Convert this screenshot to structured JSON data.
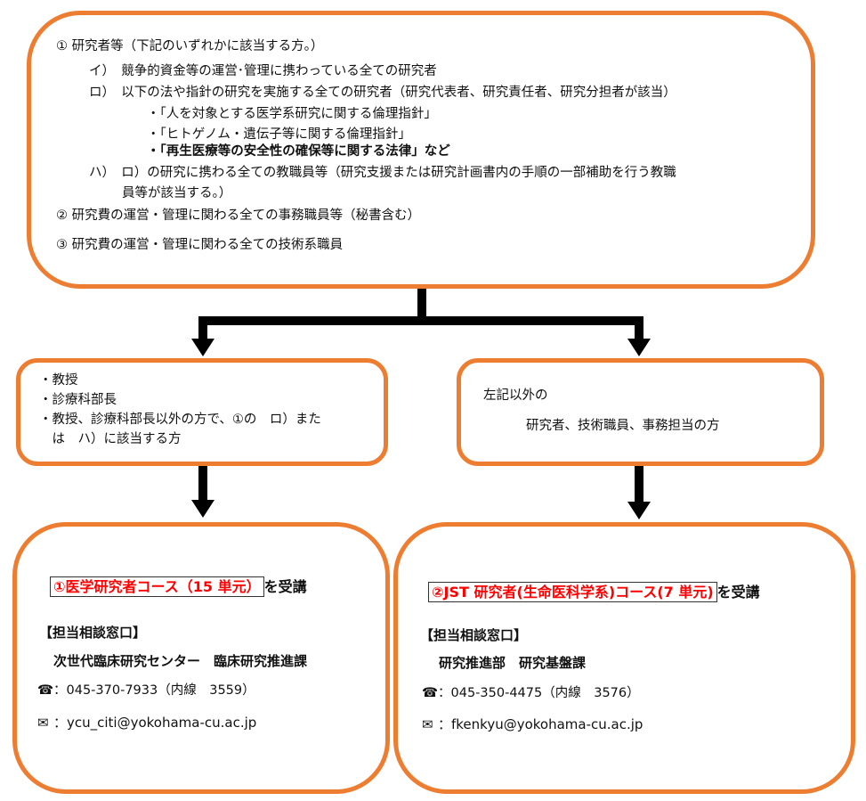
{
  "top": {
    "item1": "① 研究者等（下記のいずれかに該当する方。）",
    "i": "イ）　競争的資金等の運営･管理に携わっている全ての研究者",
    "ro": "ロ）　以下の法や指針の研究を実施する全ての研究者（研究代表者、研究責任者、研究分担者が該当）",
    "ro_bullets": [
      "・「人を対象とする医学系研究に関する倫理指針」",
      "・「ヒトゲノム・遺伝子等に関する倫理指針」",
      "・「再生医療等の安全性の確保等に関する法律」など"
    ],
    "ha_line1": "ハ）　ロ）の研究に携わる全ての教職員等（研究支援または研究計画書内の手順の一部補助を行う教職",
    "ha_line2": "員等が該当する。）",
    "item2": "② 研究費の運営・管理に関わる全ての事務職員等（秘書含む）",
    "item3": "③ 研究費の運営・管理に関わる全ての技術系職員"
  },
  "left_mid": {
    "lines": [
      "・教授",
      "・診療科部長",
      "・教授、診療科部長以外の方で、①の　ロ）また",
      "　は　ハ）に該当する方"
    ]
  },
  "right_mid": {
    "line1": "左記以外の",
    "line2": "研究者、技術職員、事務担当の方"
  },
  "left_bottom": {
    "course": "①医学研究者コース（15 単元）",
    "suffix": "を受講",
    "contact_heading": "【担当相談窓口】",
    "department": "次世代臨床研究センター　臨床研究推進課",
    "phone_icon": "☎",
    "phone": "：045-370-7933（内線　3559）",
    "mail_icon": "✉",
    "email": "：ycu_citi@yokohama-cu.ac.jp"
  },
  "right_bottom": {
    "course": "②JST 研究者(生命医科学系)コース(7 単元)",
    "suffix": "を受講",
    "contact_heading": "【担当相談窓口】",
    "department": "研究推進部　研究基盤課",
    "phone_icon": "☎",
    "phone": "：045-350-4475（内線　3576）",
    "mail_icon": "✉",
    "email": "：fkenkyu@yokohama-cu.ac.jp"
  }
}
